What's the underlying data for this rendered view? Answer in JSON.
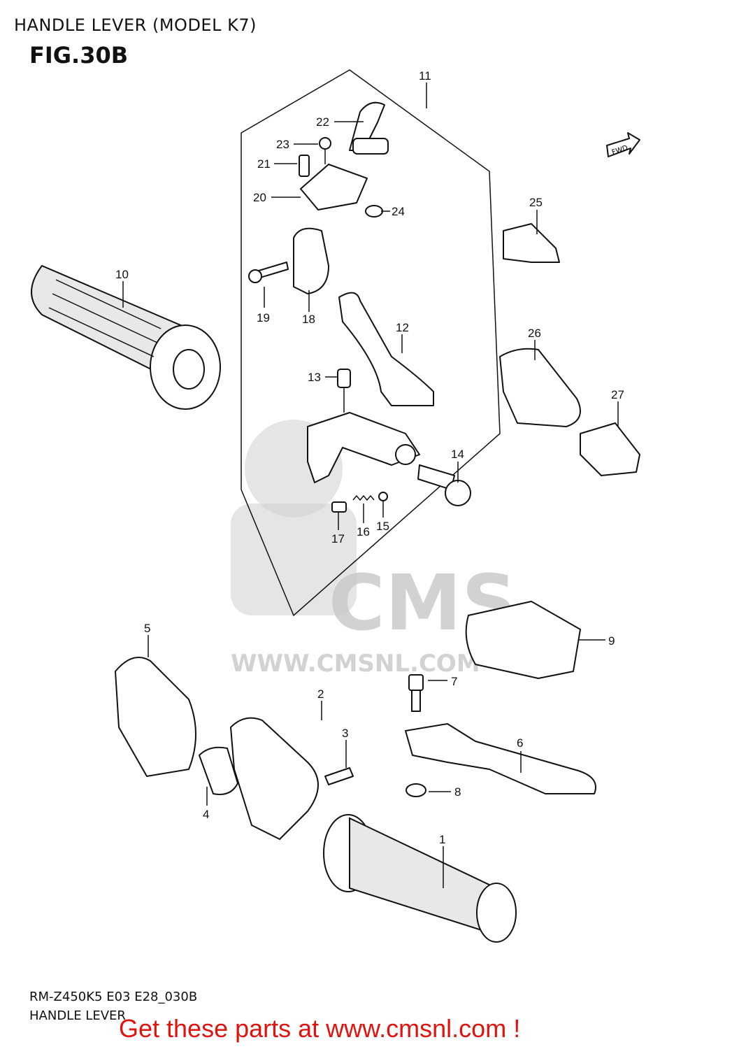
{
  "header": {
    "title": "HANDLE LEVER (MODEL K7)",
    "figure": "FIG.30B"
  },
  "footer": {
    "code": "RM-Z450K5 E03 E28_030B",
    "caption": "HANDLE LEVER",
    "cta": "Get these parts at www.cmsnl.com !"
  },
  "watermark": {
    "brand": "CMS",
    "url": "WWW.CMSNL.COM"
  },
  "fwd_label": "FWD",
  "callouts": [
    "1",
    "2",
    "3",
    "4",
    "5",
    "6",
    "7",
    "8",
    "9",
    "10",
    "11",
    "12",
    "13",
    "14",
    "15",
    "16",
    "17",
    "18",
    "19",
    "20",
    "21",
    "22",
    "23",
    "24",
    "25",
    "26",
    "27"
  ]
}
